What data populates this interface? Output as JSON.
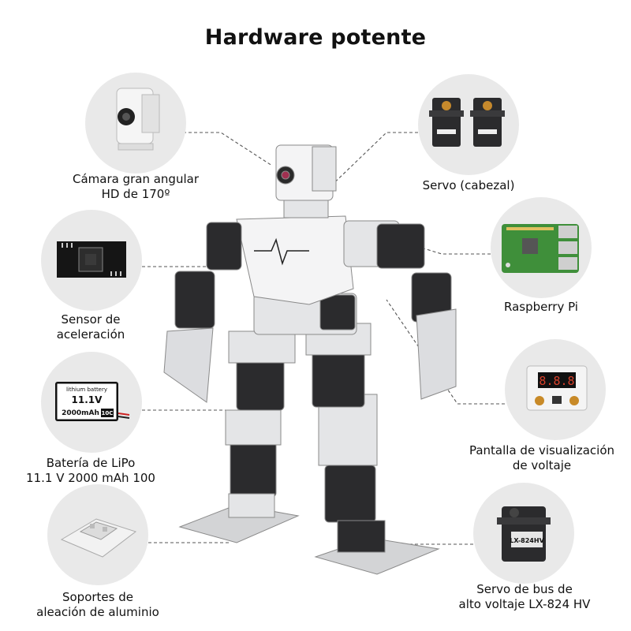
{
  "title": "Hardware potente",
  "features": [
    {
      "id": "camera",
      "lines": [
        "Cámara gran angular",
        "HD de 170º"
      ],
      "icon": "camera-module-icon"
    },
    {
      "id": "accel",
      "lines": [
        "Sensor de",
        "aceleración"
      ],
      "icon": "chip-icon"
    },
    {
      "id": "battery",
      "lines": [
        "Batería de LiPo",
        "11.1 V 2000 mAh 100"
      ],
      "icon": "battery-icon",
      "printed": {
        "brand": "lithium battery",
        "voltage": "11.1V",
        "capacity": "2000mAh",
        "rate": "10C"
      }
    },
    {
      "id": "bracket",
      "lines": [
        "Soportes de",
        "aleación de aluminio"
      ],
      "icon": "bracket-icon"
    },
    {
      "id": "servo_head",
      "lines": [
        "Servo (cabezal)"
      ],
      "icon": "servo-pair-icon"
    },
    {
      "id": "raspberry",
      "lines": [
        "Raspberry Pi"
      ],
      "icon": "raspberry-pi-board-icon"
    },
    {
      "id": "voltage",
      "lines": [
        "Pantalla de visualización",
        "de voltaje"
      ],
      "icon": "voltage-display-icon",
      "printed": {
        "display": "8.8.8"
      }
    },
    {
      "id": "bus_servo",
      "lines": [
        "Servo de bus de",
        "alto voltaje LX-824 HV"
      ],
      "icon": "bus-servo-icon",
      "printed": {
        "model": "LX-824HV"
      }
    }
  ],
  "colors": {
    "circle": "#e9e9e9",
    "leader": "#555555",
    "metal": "#d9dadc",
    "servo": "#2b2b2d",
    "pcb": "#3f8f3a",
    "display": "#d8402a"
  }
}
